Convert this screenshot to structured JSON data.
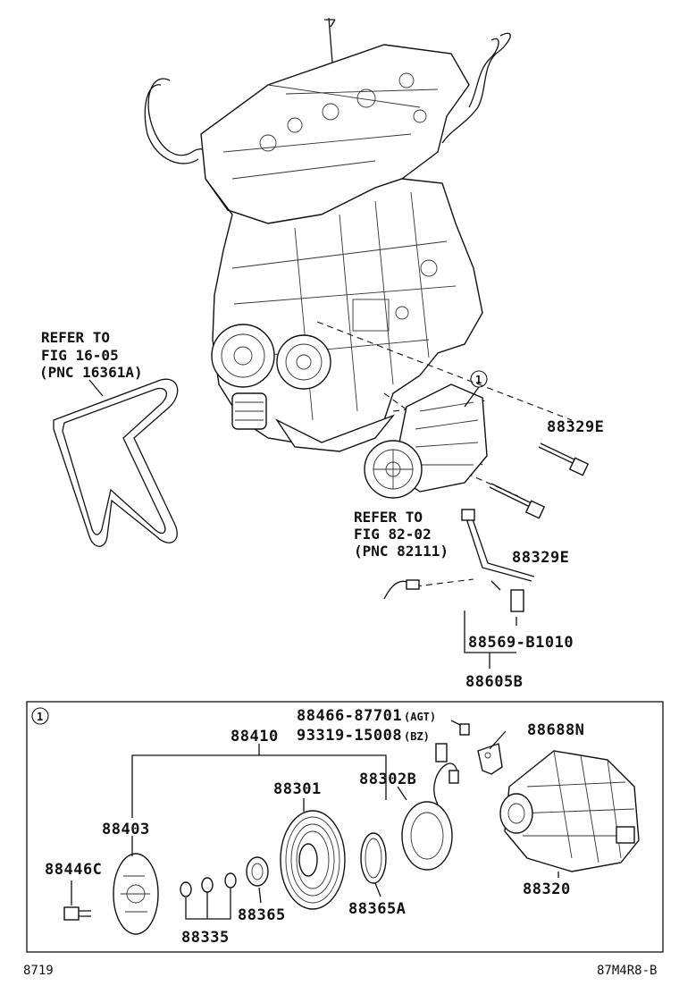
{
  "labels": {
    "refer_belt_1": "REFER TO",
    "refer_belt_2": "FIG 16-05",
    "refer_belt_3": "(PNC 16361A)",
    "refer_pipe_1": "REFER TO",
    "refer_pipe_2": "FIG 82-02",
    "refer_pipe_3": "(PNC 82111)",
    "part_88329E_upper": "88329E",
    "part_88329E_lower": "88329E",
    "part_88569": "88569-B1010",
    "part_88605B": "88605B",
    "callout_top": "1",
    "callout_box": "1",
    "part_88466_code": "88466-87701",
    "part_88466_note": "(AGT)",
    "part_93319_code": "93319-15008",
    "part_93319_note": "(BZ)",
    "part_88688N": "88688N",
    "part_88410": "88410",
    "part_88301": "88301",
    "part_88302B": "88302B",
    "part_88403": "88403",
    "part_88446C": "88446C",
    "part_88365": "88365",
    "part_88365A": "88365A",
    "part_88320": "88320",
    "part_88335": "88335",
    "footer_left": "8719",
    "footer_right": "87M4R8-B"
  }
}
